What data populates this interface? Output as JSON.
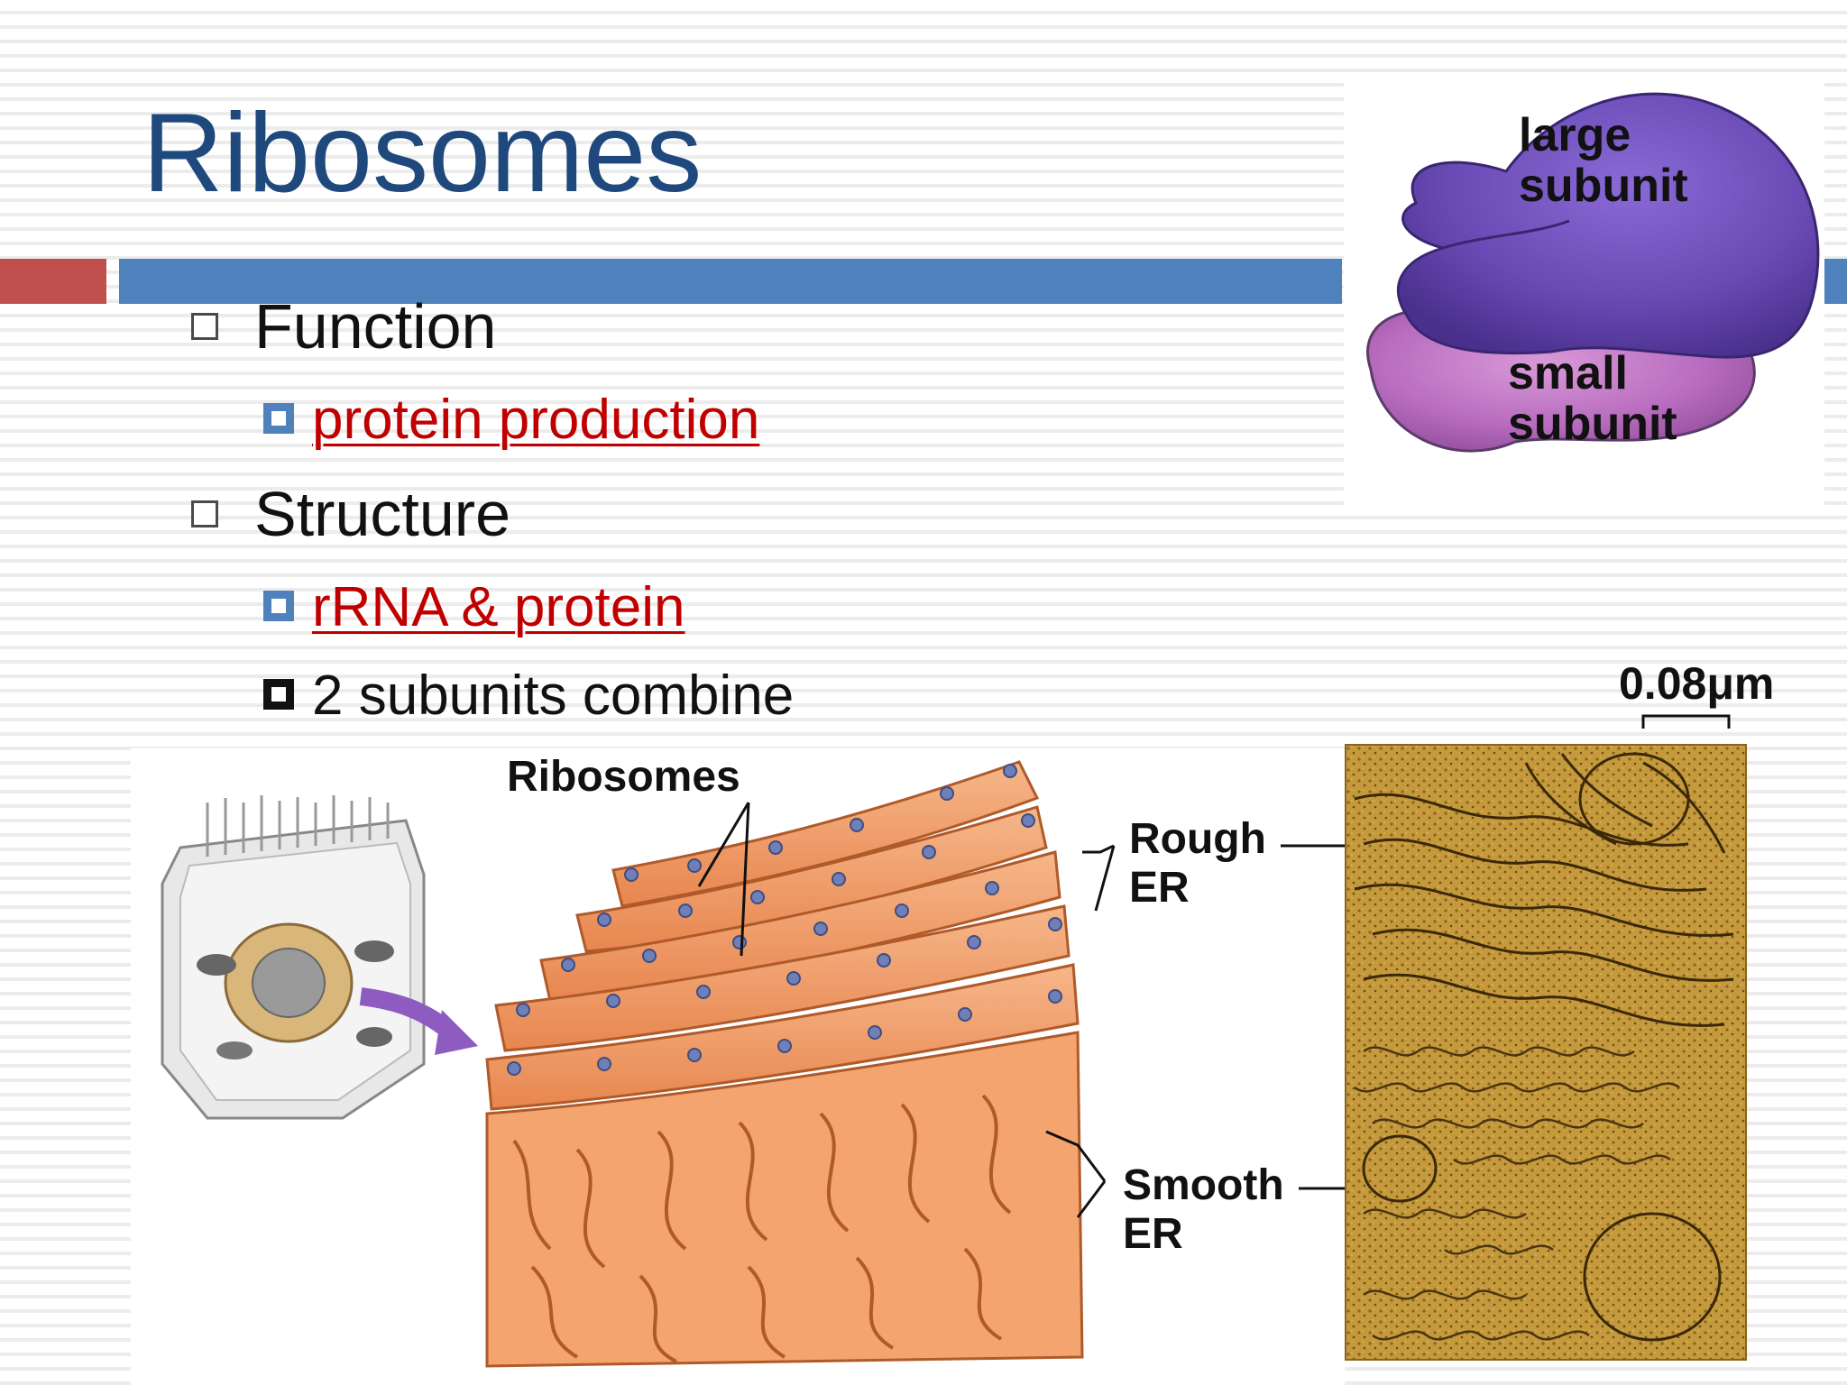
{
  "slide": {
    "title": "Ribosomes",
    "bullets": [
      {
        "text": "Function",
        "children": [
          {
            "text": "protein production",
            "link": true
          }
        ]
      },
      {
        "text": "Structure",
        "children": [
          {
            "text": "rRNA & protein",
            "link": true
          },
          {
            "text": "2 subunits combine",
            "link": false
          }
        ]
      }
    ]
  },
  "ribosome_figure": {
    "large_label": "large subunit",
    "large_line1": "large",
    "large_line2": "subunit",
    "small_label": "small subunit",
    "small_line1": "small",
    "small_line2": "subunit"
  },
  "er_figure": {
    "ribosomes_label": "Ribosomes",
    "rough_er_line1": "Rough",
    "rough_er_line2": "ER",
    "smooth_er_line1": "Smooth",
    "smooth_er_line2": "ER",
    "scale_bar": "0.08μm"
  },
  "colors": {
    "title": "#1f497d",
    "accent_blue": "#4f81bd",
    "accent_red": "#c0504d",
    "link": "#c00000",
    "large_subunit": "#6a4bb5",
    "small_subunit": "#b86cbf",
    "er": "#f3a46e",
    "micrograph": "#c49a3c"
  }
}
